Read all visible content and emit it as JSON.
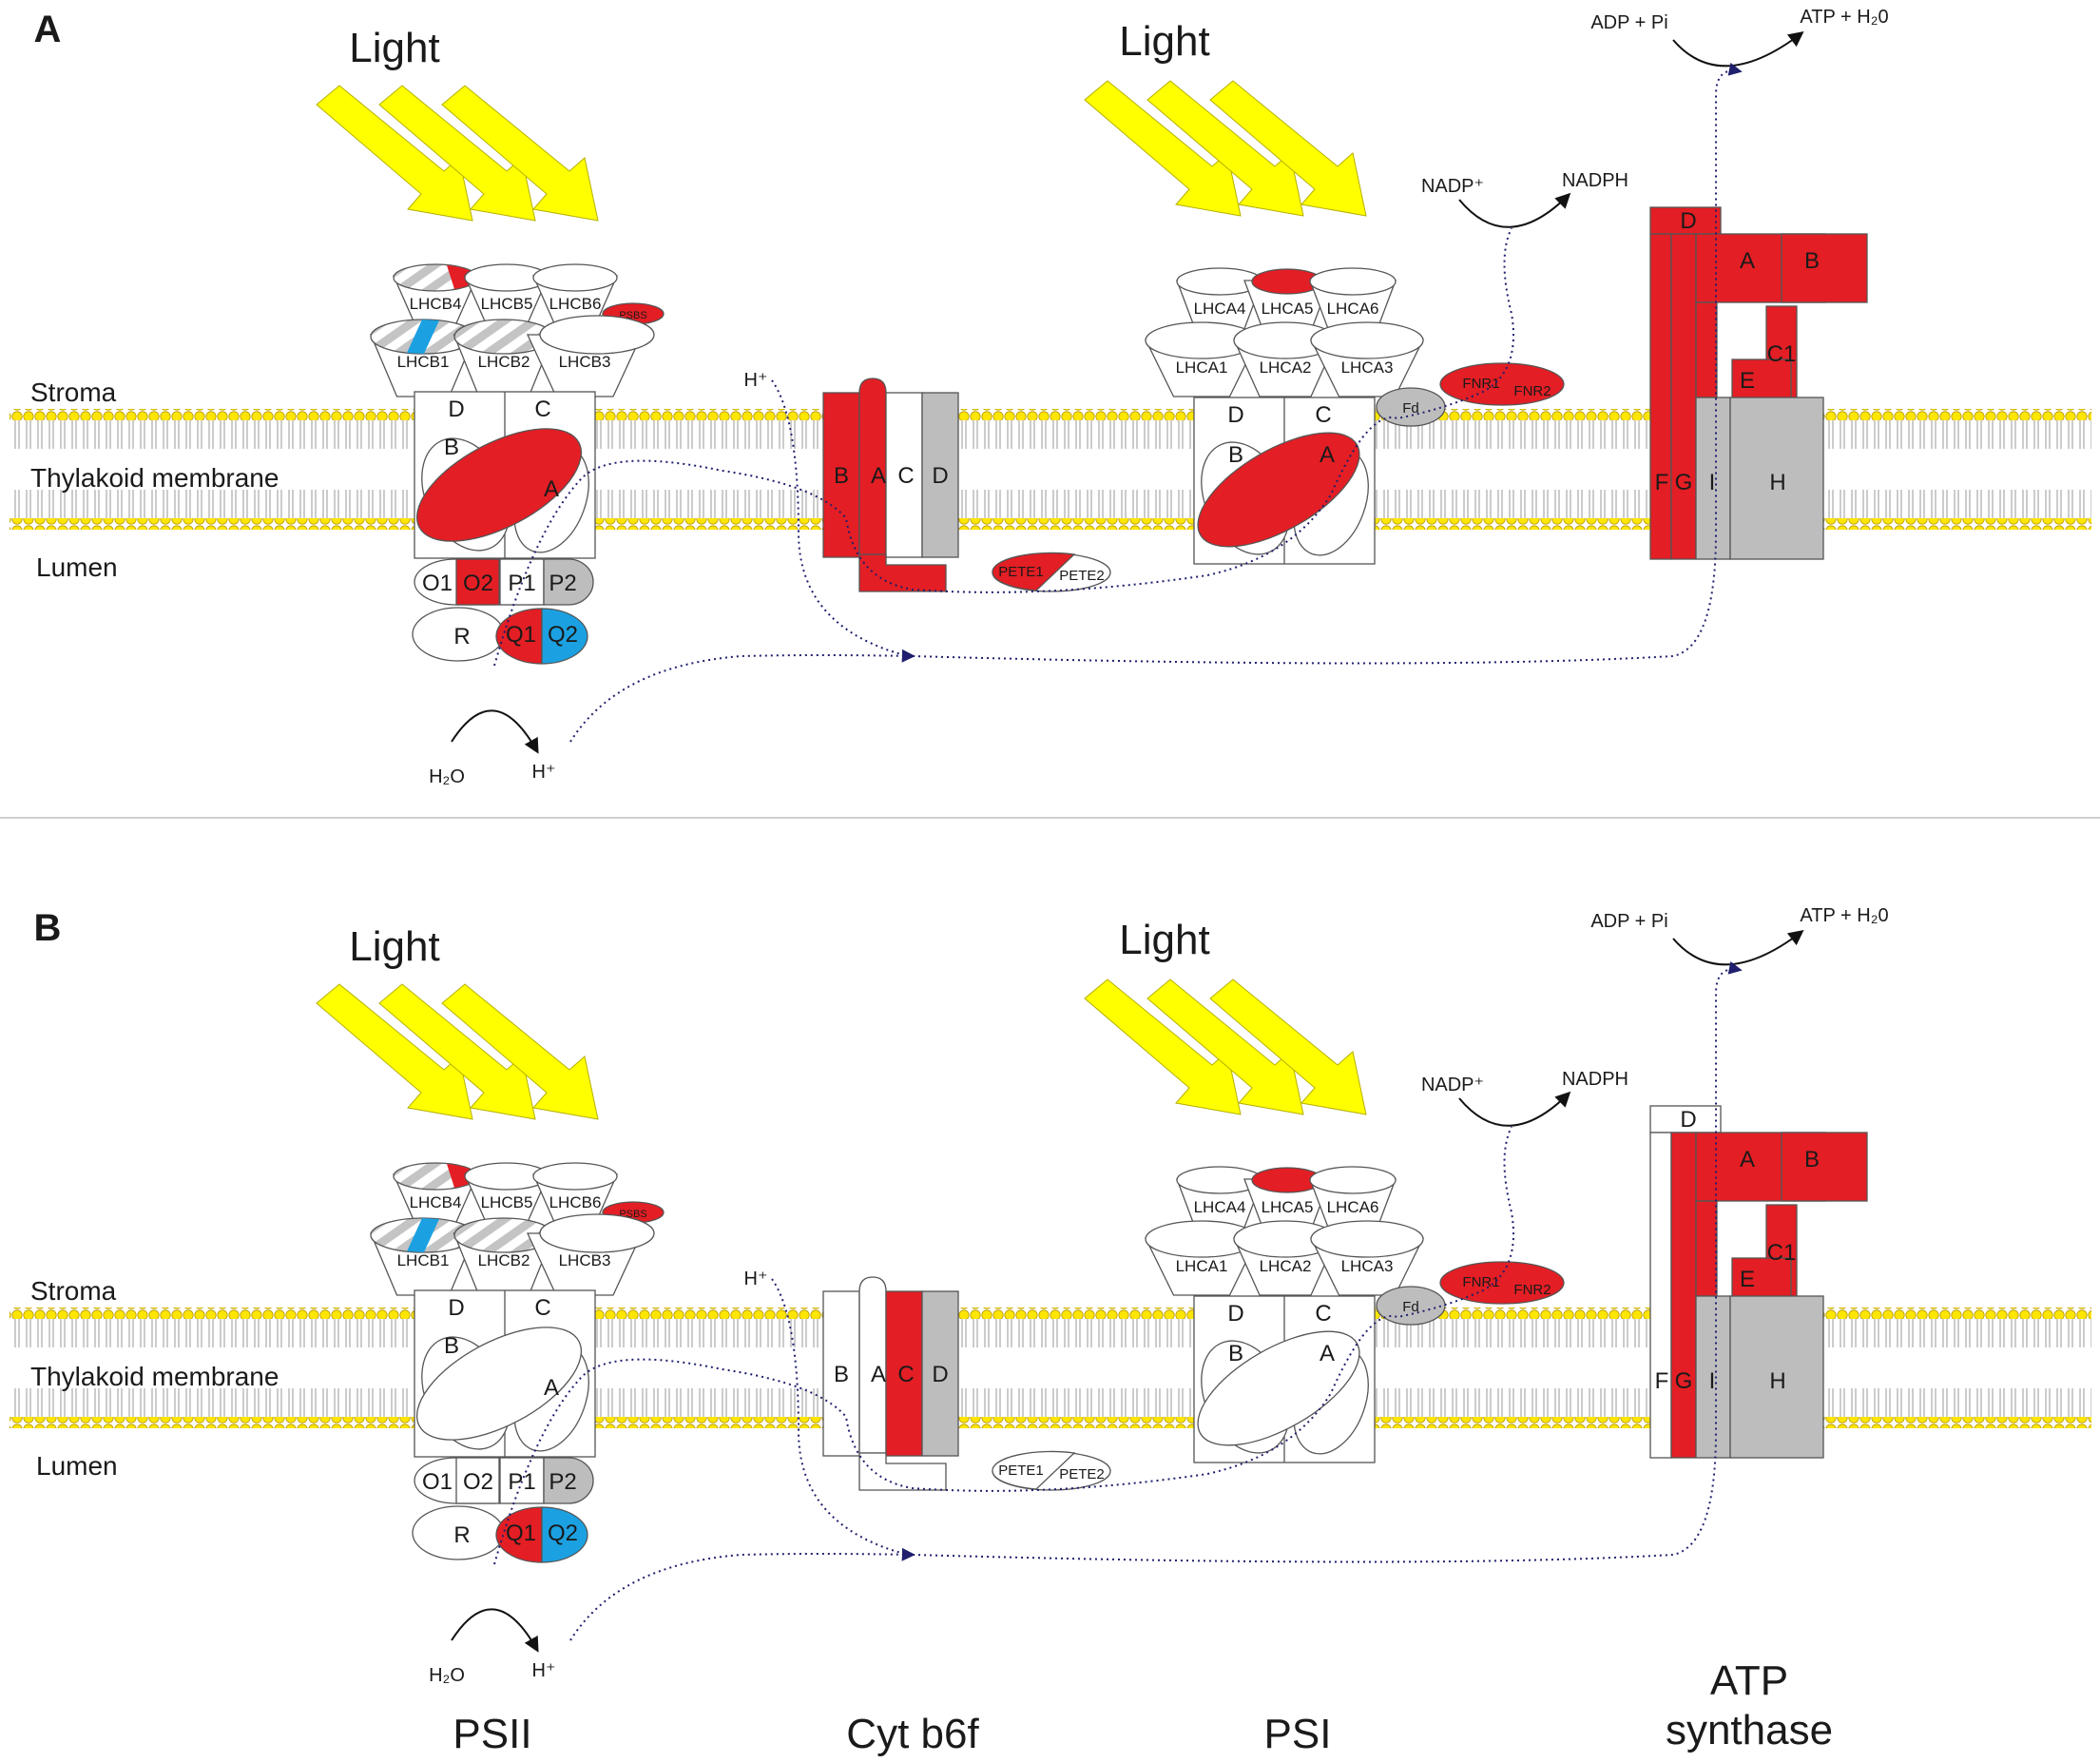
{
  "colors": {
    "changed_red": "#e31e24",
    "unchanged_white": "#ffffff",
    "grey_subunit": "#bdbdbd",
    "blue_subunit": "#1ba1e2",
    "light_arrow_yellow": "#ffff00",
    "membrane_bead_yellow": "#ffe600",
    "electron_path_navy": "#1f1f6e"
  },
  "labels": {
    "light": "Light",
    "stroma": "Stroma",
    "thylakoid_membrane": "Thylakoid membrane",
    "lumen": "Lumen",
    "adp": "ADP + Pi",
    "atp": "ATP + H₂0",
    "nadp": "NADP⁺",
    "nadph": "NADPH",
    "h_plus": "H⁺",
    "water": "H₂O",
    "ferredoxin": "Fd"
  },
  "complex_labels": {
    "psii": "PSII",
    "cytb6f": "Cyt b6f",
    "psi": "PSI",
    "atp_synthase_1": "ATP",
    "atp_synthase_2": "synthase"
  },
  "panels": [
    {
      "id": "A",
      "psii": {
        "antenna": [
          "LHCB4",
          "LHCB5",
          "LHCB6",
          "PSBS",
          "LHCB1",
          "LHCB2",
          "LHCB3"
        ],
        "core": {
          "D": "D",
          "C": "C",
          "B": "B",
          "A": "A",
          "A_color": "red"
        },
        "oec": {
          "O1": "O1",
          "O2": "O2",
          "P1": "P1",
          "P2": "P2",
          "R": "R",
          "Q1": "Q1",
          "Q2": "Q2",
          "O2_color": "red"
        }
      },
      "cytb6f": {
        "B": "B",
        "A": "A",
        "C": "C",
        "D": "D",
        "B_color": "red",
        "A_color": "red",
        "C_color": "white",
        "PETE1": "PETE1",
        "PETE2": "PETE2",
        "PETE1_color": "red"
      },
      "psi": {
        "antenna": [
          "LHCA4",
          "LHCA5",
          "LHCA6",
          "LHCA1",
          "LHCA2",
          "LHCA3"
        ],
        "core": {
          "D": "D",
          "C": "C",
          "B": "B",
          "A": "A",
          "A_color": "red"
        },
        "fnr": [
          "FNR1",
          "FNR2"
        ],
        "fnr_color": "red"
      },
      "atp_synthase": {
        "D": "D",
        "A": "A",
        "B": "B",
        "C1": "C1",
        "E": "E",
        "F": "F",
        "G": "G",
        "I": "I",
        "H": "H",
        "D_color": "red",
        "F_color": "red"
      }
    },
    {
      "id": "B",
      "psii": {
        "antenna": [
          "LHCB4",
          "LHCB5",
          "LHCB6",
          "PSBS",
          "LHCB1",
          "LHCB2",
          "LHCB3"
        ],
        "core": {
          "D": "D",
          "C": "C",
          "B": "B",
          "A": "A",
          "A_color": "white"
        },
        "oec": {
          "O1": "O1",
          "O2": "O2",
          "P1": "P1",
          "P2": "P2",
          "R": "R",
          "Q1": "Q1",
          "Q2": "Q2",
          "O2_color": "white"
        }
      },
      "cytb6f": {
        "B": "B",
        "A": "A",
        "C": "C",
        "D": "D",
        "B_color": "white",
        "A_color": "white",
        "C_color": "red",
        "PETE1": "PETE1",
        "PETE2": "PETE2",
        "PETE1_color": "white"
      },
      "psi": {
        "antenna": [
          "LHCA4",
          "LHCA5",
          "LHCA6",
          "LHCA1",
          "LHCA2",
          "LHCA3"
        ],
        "core": {
          "D": "D",
          "C": "C",
          "B": "B",
          "A": "A",
          "A_color": "white"
        },
        "fnr": [
          "FNR1",
          "FNR2"
        ],
        "fnr_color": "red"
      },
      "atp_synthase": {
        "D": "D",
        "A": "A",
        "B": "B",
        "C1": "C1",
        "E": "E",
        "F": "F",
        "G": "G",
        "I": "I",
        "H": "H",
        "D_color": "white",
        "F_color": "white"
      }
    }
  ]
}
